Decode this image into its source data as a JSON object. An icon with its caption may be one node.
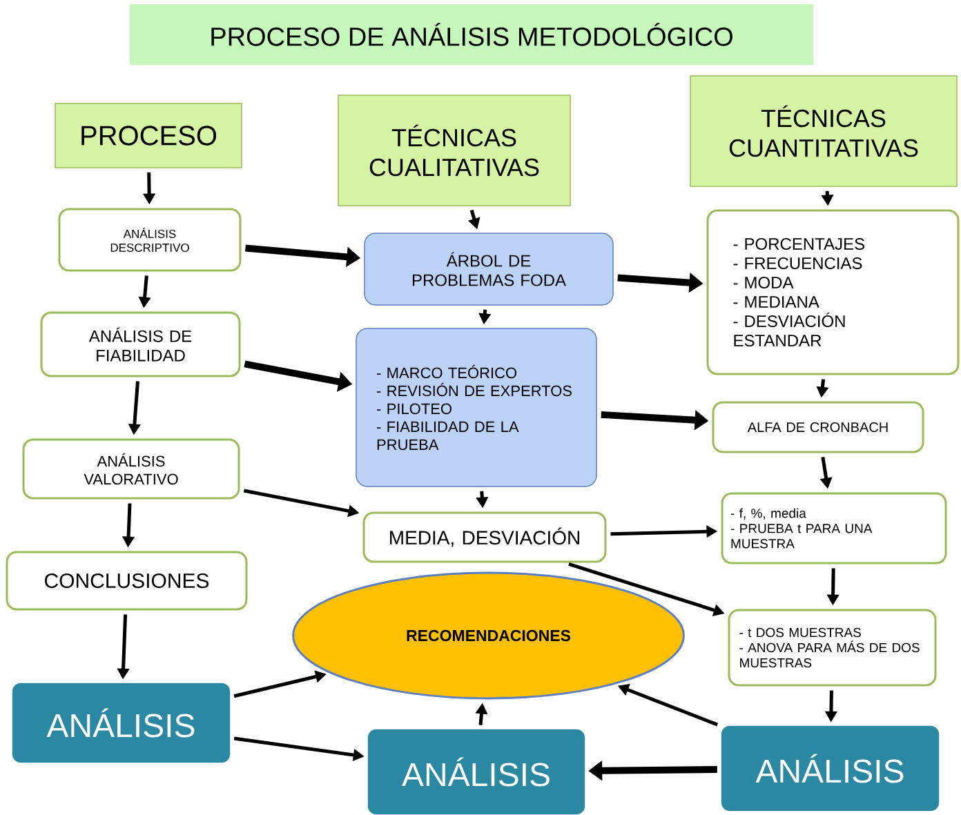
{
  "diagram": {
    "title": "PROCESO DE ANÁLISIS METODOLÓGICO",
    "nodes": [
      {
        "text": [
          "PROCESO"
        ]
      },
      {
        "text": [
          "TÉCNICAS CUALITATIVAS"
        ]
      },
      {
        "text": [
          "TÉCNICAS CUANTITATIVAS"
        ]
      },
      {
        "text": [
          "ANÁLISIS DESCRIPTIVO"
        ]
      },
      {
        "text": [
          "ÁRBOL DE PROBLEMAS FODA"
        ]
      },
      {
        "text": [
          "- PORCENTAJES",
          "- FRECUENCIAS",
          "- MODA",
          "- MEDIANA",
          "- DESVIACIÓN ESTANDAR"
        ]
      },
      {
        "text": [
          "ANÁLISIS DE FIABILIDAD"
        ]
      },
      {
        "text": [
          "- MARCO TEÓRICO",
          "- REVISIÓN DE EXPERTOS",
          "- PILOTEO",
          "- FIABILIDAD DE LA PRUEBA"
        ]
      },
      {
        "text": [
          "ALFA DE CRONBACH"
        ]
      },
      {
        "text": [
          "ANÁLISIS VALORATIVO"
        ]
      },
      {
        "text": [
          "MEDIA, DESVIACIÓN"
        ]
      },
      {
        "text": [
          "- f, %, media",
          "- PRUEBA t PARA UNA MUESTRA"
        ]
      },
      {
        "text": [
          "CONCLUSIONES"
        ]
      },
      {
        "text": [
          "RECOMENDACIONES"
        ]
      },
      {
        "text": [
          "- t DOS MUESTRAS",
          "- ANOVA PARA MÁS DE DOS MUESTRAS"
        ]
      },
      {
        "text": [
          "ANÁLISIS"
        ]
      },
      {
        "text": [
          "ANÁLISIS"
        ]
      },
      {
        "text": [
          "ANÁLISIS"
        ]
      }
    ],
    "edges": [
      {
        "from": 0,
        "to": 3,
        "arrow": "to"
      },
      {
        "from": 3,
        "to": 6,
        "arrow": "to"
      },
      {
        "from": 6,
        "to": 9,
        "arrow": "to"
      },
      {
        "from": 9,
        "to": 12,
        "arrow": "to"
      },
      {
        "from": 12,
        "to": 15,
        "arrow": "to"
      },
      {
        "from": 1,
        "to": 4,
        "arrow": "to"
      },
      {
        "from": 4,
        "to": 7,
        "arrow": "to"
      },
      {
        "from": 7,
        "to": 10,
        "arrow": "to"
      },
      {
        "from": 2,
        "to": 5,
        "arrow": "to"
      },
      {
        "from": 5,
        "to": 8,
        "arrow": "to"
      },
      {
        "from": 8,
        "to": 11,
        "arrow": "to"
      },
      {
        "from": 11,
        "to": 14,
        "arrow": "to"
      },
      {
        "from": 14,
        "to": 17,
        "arrow": "to"
      },
      {
        "from": 3,
        "to": 4,
        "arrow": "to",
        "style": "thick"
      },
      {
        "from": 6,
        "to": 7,
        "arrow": "to",
        "style": "thick"
      },
      {
        "from": 4,
        "to": 5,
        "arrow": "to",
        "style": "thick"
      },
      {
        "from": 7,
        "to": 8,
        "arrow": "to",
        "style": "thick"
      },
      {
        "from": 9,
        "to": 10,
        "arrow": "to"
      },
      {
        "from": 10,
        "to": 11,
        "arrow": "to"
      },
      {
        "from": 10,
        "to": 14,
        "arrow": "to"
      },
      {
        "from": 15,
        "to": 13,
        "arrow": "to"
      },
      {
        "from": 15,
        "to": 16,
        "arrow": "to"
      },
      {
        "from": 16,
        "to": 13,
        "arrow": "to"
      },
      {
        "from": 17,
        "to": 16,
        "arrow": "to",
        "style": "thick"
      },
      {
        "from": 17,
        "to": 13,
        "arrow": "to"
      }
    ]
  }
}
